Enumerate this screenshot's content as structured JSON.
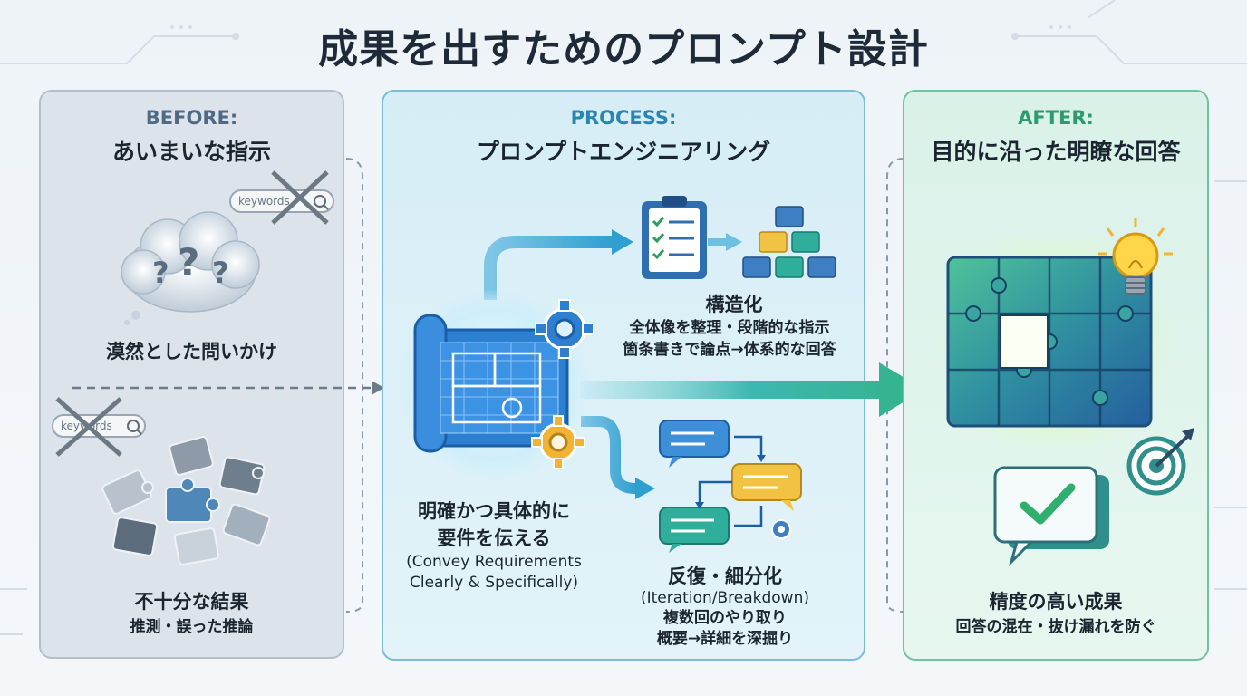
{
  "title": "成果を出すためのプロンプト設計",
  "before": {
    "header": "BEFORE:",
    "subtitle": "あいまいな指示",
    "search_keyword": "keywords",
    "label1": "漠然とした問いかけ",
    "label2": "不十分な結果",
    "desc2": "推測・誤った推論"
  },
  "process": {
    "header": "PROCESS:",
    "subtitle": "プロンプトエンジニアリング",
    "structure": {
      "title": "構造化",
      "line1": "全体像を整理・段階的な指示",
      "line2": "箇条書きで論点→体系的な回答"
    },
    "clarity": {
      "line1": "明確かつ具体的に",
      "line2": "要件を伝える",
      "en1": "(Convey Requirements",
      "en2": "Clearly & Specifically)"
    },
    "iteration": {
      "title": "反復・細分化",
      "en": "(Iteration/Breakdown)",
      "line1": "複数回のやり取り",
      "line2": "概要→詳細を深掘り"
    }
  },
  "after": {
    "header": "AFTER:",
    "subtitle": "目的に沿った明瞭な回答",
    "label": "精度の高い成果",
    "desc": "回答の混在・抜け漏れを防ぐ"
  },
  "colors": {
    "before_header": "#4f6a86",
    "process_header": "#2a86b0",
    "after_header": "#2e9b6e",
    "arrow": "#3bb8b0"
  }
}
